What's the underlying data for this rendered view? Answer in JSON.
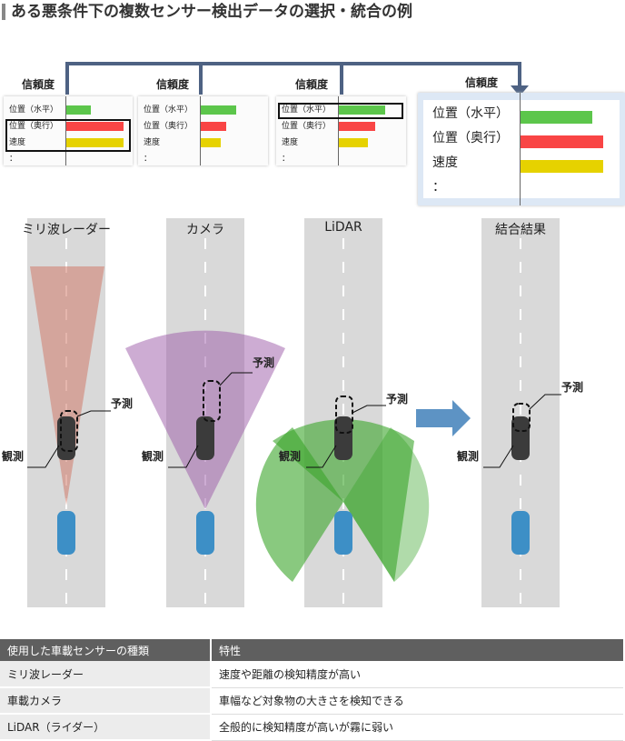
{
  "title": "ある悪条件下の複数センサー検出データの選択・統合の例",
  "confidence_label": "信頼度",
  "row_labels": {
    "horizontal": "位置（水平）",
    "depth": "位置（奥行）",
    "speed": "速度",
    "more": "："
  },
  "panels": [
    {
      "name": "millimeter-wave",
      "horizontal": 27,
      "depth": 63,
      "speed": 63,
      "selected": [
        "depth",
        "speed"
      ]
    },
    {
      "name": "camera",
      "horizontal": 39,
      "depth": 28,
      "speed": 22,
      "selected": []
    },
    {
      "name": "lidar",
      "horizontal": 51,
      "depth": 40,
      "speed": 32,
      "selected": [
        "horizontal"
      ]
    },
    {
      "name": "combined",
      "horizontal": 79,
      "depth": 91,
      "speed": 91,
      "selected": []
    }
  ],
  "roads": {
    "radar": "ミリ波レーダー",
    "camera": "カメラ",
    "lidar": "LiDAR",
    "combined": "結合結果"
  },
  "annotations": {
    "prediction": "予測",
    "observation": "観測"
  },
  "colors": {
    "horizontal": "#5cc64b",
    "depth": "#f94545",
    "speed": "#e6d200",
    "bracket": "#4e6283"
  },
  "table": {
    "headers": [
      "使用した車載センサーの種類",
      "特性"
    ],
    "rows": [
      [
        "ミリ波レーダー",
        "速度や距離の検知精度が高い"
      ],
      [
        "車載カメラ",
        "車幅など対象物の大きさを検知できる"
      ],
      [
        "LiDAR（ライダー）",
        "全般的に検知精度が高いが霧に弱い"
      ]
    ]
  }
}
